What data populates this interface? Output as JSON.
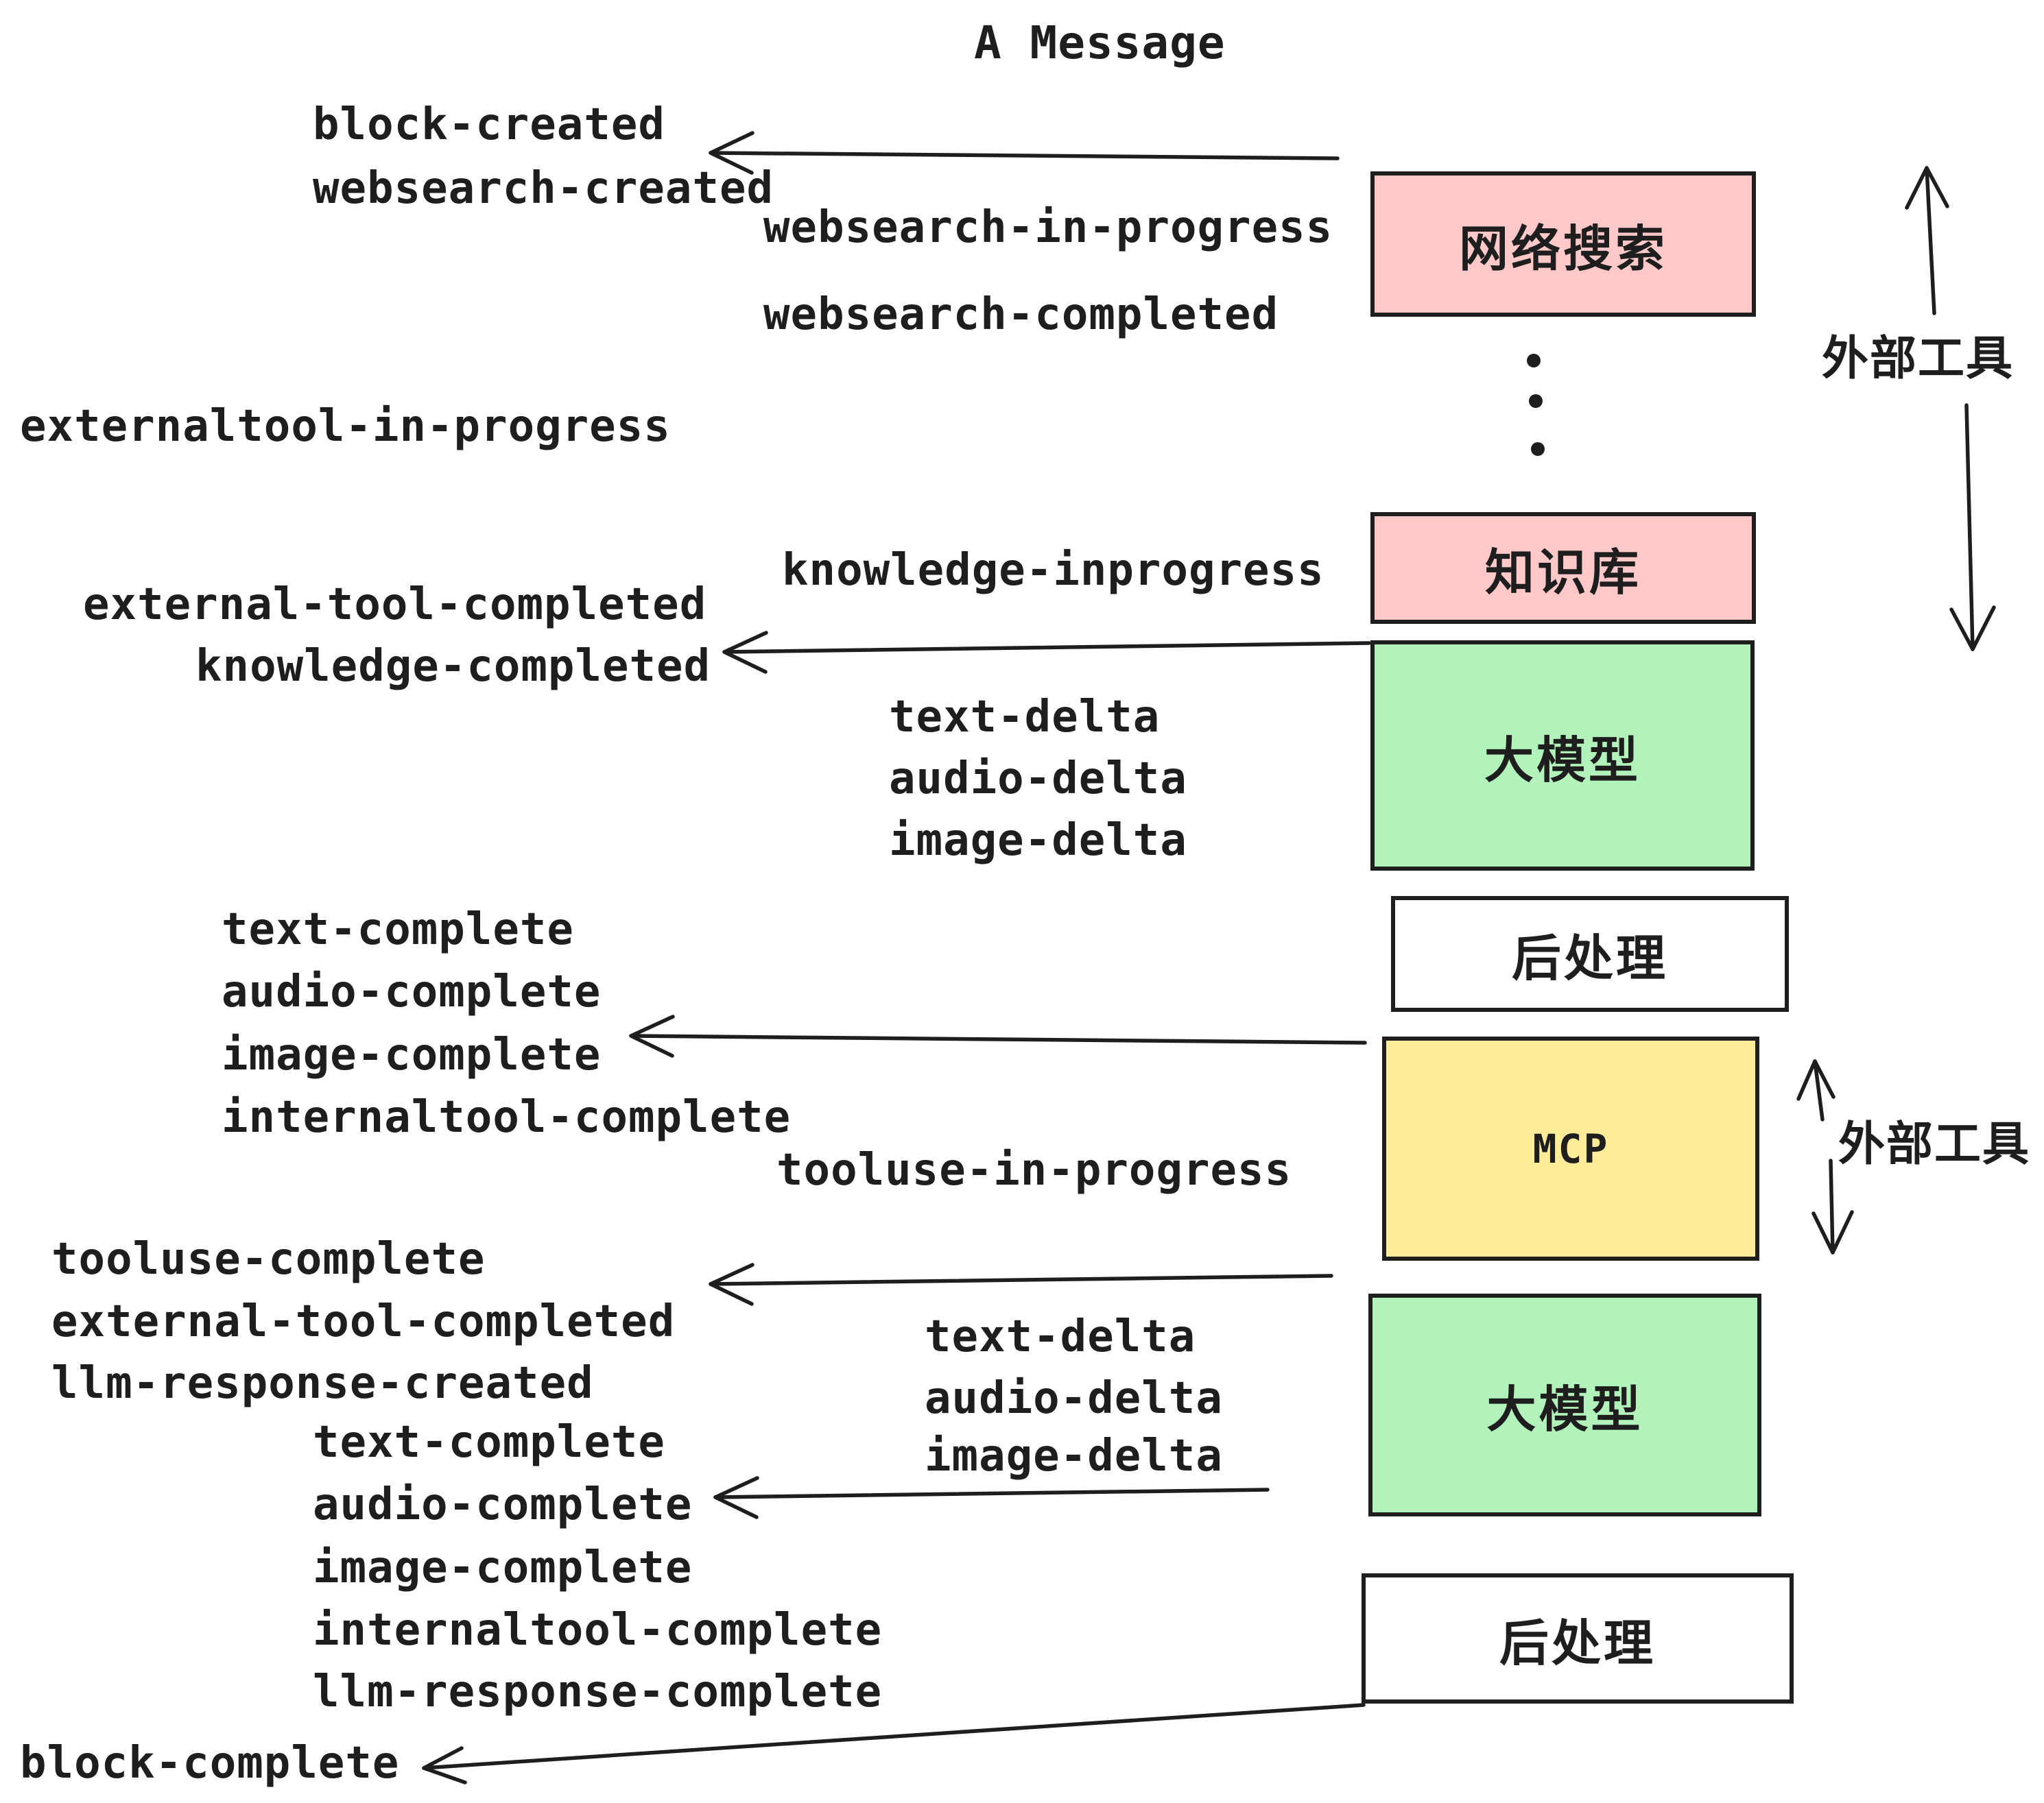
{
  "title": "A Message",
  "colors": {
    "pink": "#ffc9c9",
    "green": "#b2f2bb",
    "yellow": "#ffec99",
    "white": "#ffffff",
    "stroke": "#1e1e1e",
    "background": "#ffffff"
  },
  "boxes": [
    {
      "id": "websearch",
      "label": "网络搜索",
      "color": "#ffc9c9"
    },
    {
      "id": "knowledge",
      "label": "知识库",
      "color": "#ffc9c9"
    },
    {
      "id": "llm-1",
      "label": "大模型",
      "color": "#b2f2bb"
    },
    {
      "id": "post-1",
      "label": "后处理",
      "color": "#ffffff"
    },
    {
      "id": "mcp",
      "label": "MCP",
      "color": "#ffec99"
    },
    {
      "id": "llm-2",
      "label": "大模型",
      "color": "#b2f2bb"
    },
    {
      "id": "post-2",
      "label": "后处理",
      "color": "#ffffff"
    }
  ],
  "side_labels": [
    {
      "text": "外部工具"
    },
    {
      "text": "外部工具"
    }
  ],
  "events": [
    {
      "text": "block-created"
    },
    {
      "text": "websearch-created"
    },
    {
      "text": "websearch-in-progress"
    },
    {
      "text": "websearch-completed"
    },
    {
      "text": "externaltool-in-progress"
    },
    {
      "text": "knowledge-inprogress"
    },
    {
      "text": "external-tool-completed"
    },
    {
      "text": "knowledge-completed"
    },
    {
      "text": "text-delta"
    },
    {
      "text": "audio-delta"
    },
    {
      "text": "image-delta"
    },
    {
      "text": "text-complete"
    },
    {
      "text": "audio-complete"
    },
    {
      "text": "image-complete"
    },
    {
      "text": "internaltool-complete"
    },
    {
      "text": "tooluse-in-progress"
    },
    {
      "text": "tooluse-complete"
    },
    {
      "text": "external-tool-completed"
    },
    {
      "text": "llm-response-created"
    },
    {
      "text": "text-delta"
    },
    {
      "text": "audio-delta"
    },
    {
      "text": "image-delta"
    },
    {
      "text": "text-complete"
    },
    {
      "text": "audio-complete"
    },
    {
      "text": "image-complete"
    },
    {
      "text": "internaltool-complete"
    },
    {
      "text": "llm-response-complete"
    },
    {
      "text": "block-complete"
    }
  ],
  "icons": {
    "left_arrow": "thin left-pointing arrow line",
    "up_arrow": "thin up-pointing arrow line",
    "down_arrow": "thin down-pointing arrow line",
    "vertical_ellipsis": "three stacked dots"
  }
}
